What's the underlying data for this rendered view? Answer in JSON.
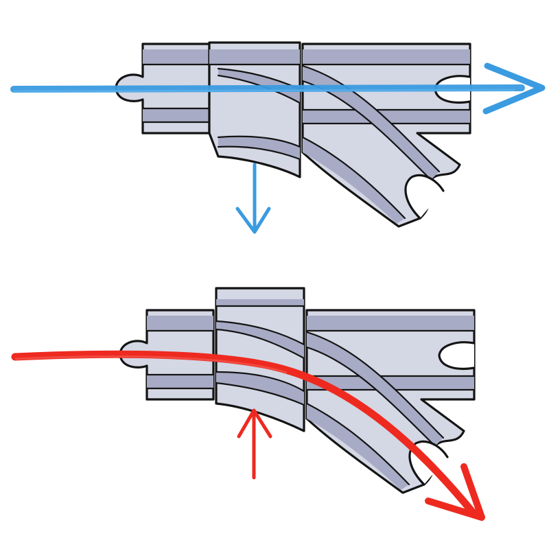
{
  "diagram": {
    "description_text": "",
    "colors": {
      "background": "#ffffff",
      "track_body": "#d4d7e4",
      "track_groove": "#a7abc5",
      "track_outline": "#141414",
      "straight_route_arrow": "#3a9be0",
      "diverging_route_arrow": "#ee2a20"
    },
    "panels": [
      {
        "id": "top",
        "switch_position": "straight",
        "lever_arrow_direction": "down",
        "route_arrow_color": "#3a9be0"
      },
      {
        "id": "bottom",
        "switch_position": "diverging",
        "lever_arrow_direction": "up",
        "route_arrow_color": "#ee2a20"
      }
    ],
    "icons": [
      "track-switch-icon",
      "route-arrow-icon",
      "lever-arrow-icon"
    ]
  }
}
